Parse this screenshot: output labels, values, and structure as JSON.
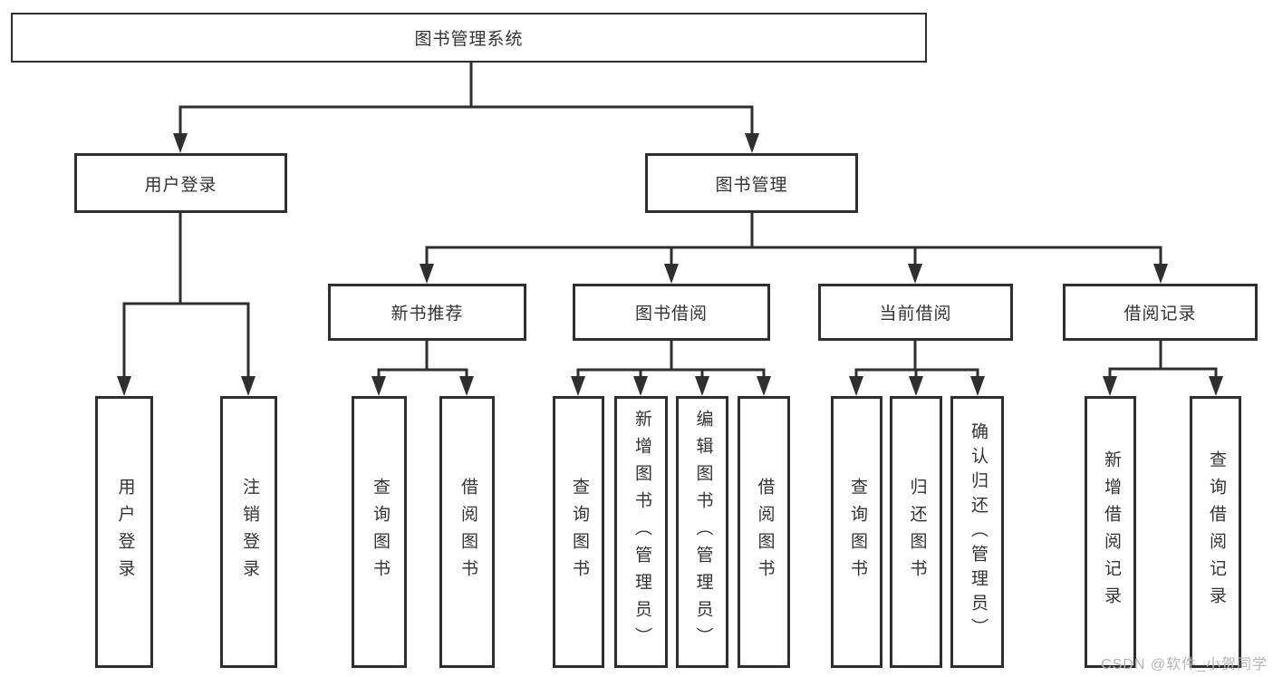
{
  "root": {
    "label": "图书管理系统"
  },
  "level2": {
    "user_login": {
      "label": "用户登录"
    },
    "book_mgmt": {
      "label": "图书管理"
    }
  },
  "level3": {
    "new_book_rec": {
      "label": "新书推荐"
    },
    "book_borrow": {
      "label": "图书借阅"
    },
    "current_borrow": {
      "label": "当前借阅"
    },
    "borrow_records": {
      "label": "借阅记录"
    }
  },
  "leaves": {
    "user_login": [
      {
        "label": "用户登录"
      },
      {
        "label": "注销登录"
      }
    ],
    "new_book_rec": [
      {
        "label": "查询图书"
      },
      {
        "label": "借阅图书"
      }
    ],
    "book_borrow": [
      {
        "label": "查询图书"
      },
      {
        "label": "新增图书（管理员）"
      },
      {
        "label": "编辑图书（管理员）"
      },
      {
        "label": "借阅图书"
      }
    ],
    "current_borrow": [
      {
        "label": "查询图书"
      },
      {
        "label": "归还图书"
      },
      {
        "label": "确认归还（管理员）"
      }
    ],
    "borrow_records": [
      {
        "label": "新增借阅记录"
      },
      {
        "label": "查询借阅记录"
      }
    ]
  },
  "watermark": {
    "text": "CSDN @软件_小贺同学"
  },
  "colors": {
    "line": "#2f2f2f",
    "text": "#333333",
    "background": "#ffffff",
    "watermark": "#b5b5b5"
  }
}
